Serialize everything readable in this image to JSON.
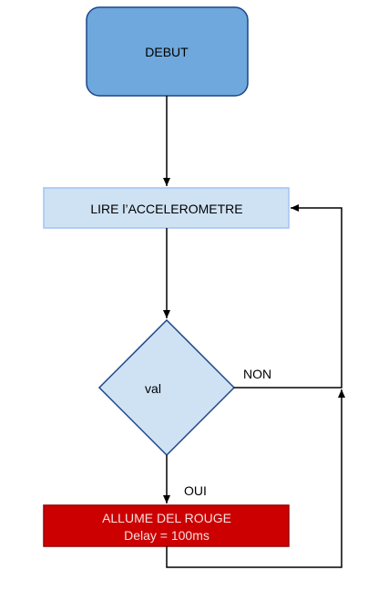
{
  "nodes": {
    "start": {
      "label": "DEBUT",
      "fill": "#6fa8dc",
      "stroke": "#1c4587"
    },
    "read": {
      "label": "LIRE l’ACCELEROMETRE",
      "fill": "#cfe2f3",
      "stroke": "#a4c2f4"
    },
    "decision": {
      "label": "val",
      "fill": "#cfe2f3",
      "stroke": "#1c4587"
    },
    "action": {
      "line1": "ALLUME DEL ROUGE",
      "line2": "Delay = 100ms",
      "fill": "#cc0000",
      "stroke": "#990000"
    }
  },
  "edges": {
    "no_label": "NON",
    "yes_label": "OUI"
  },
  "colors": {
    "line": "#000000"
  }
}
